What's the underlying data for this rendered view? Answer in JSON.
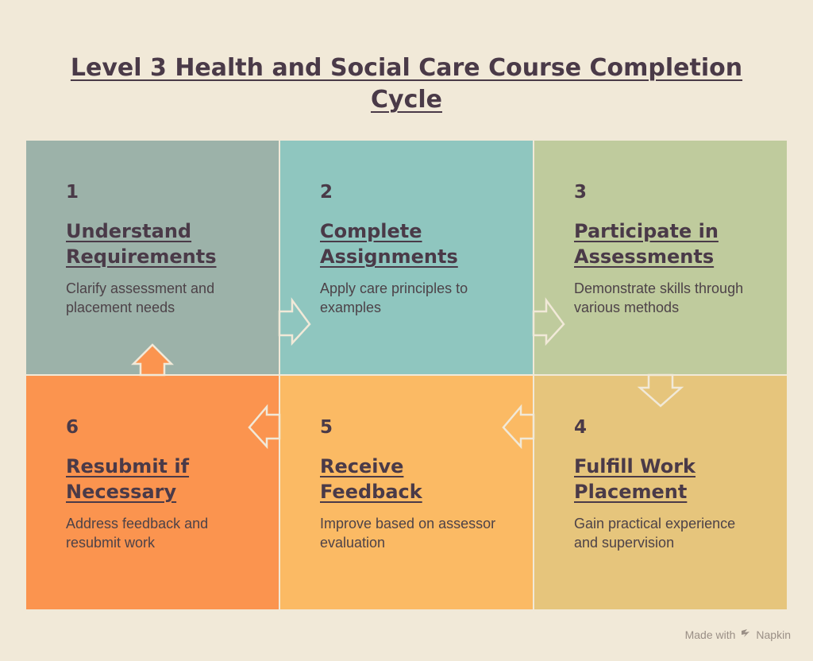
{
  "title": "Level 3 Health and Social Care Course Completion Cycle",
  "steps": [
    {
      "num": "1",
      "heading": "Understand Requirements",
      "desc": "Clarify assessment and placement needs"
    },
    {
      "num": "2",
      "heading": "Complete Assignments",
      "desc": "Apply care principles to examples"
    },
    {
      "num": "3",
      "heading": "Participate in Assessments",
      "desc": "Demonstrate skills through various methods"
    },
    {
      "num": "4",
      "heading": "Fulfill Work Placement",
      "desc": "Gain practical experience and supervision"
    },
    {
      "num": "5",
      "heading": "Receive Feedback",
      "desc": "Improve based on assessor evaluation"
    },
    {
      "num": "6",
      "heading": "Resubmit if Necessary",
      "desc": "Address feedback and resubmit work"
    }
  ],
  "footer": {
    "made_with": "Made with",
    "brand": "Napkin",
    "logo_icon": "napkin-logo-icon"
  },
  "colors": {
    "step1": "#9cb2a9",
    "step2": "#8fc6bf",
    "step3": "#bfcb9d",
    "step4": "#e6c57c",
    "step5": "#fbba64",
    "step6": "#fb944f",
    "text": "#4a3a48",
    "background": "#f1e9d8"
  }
}
